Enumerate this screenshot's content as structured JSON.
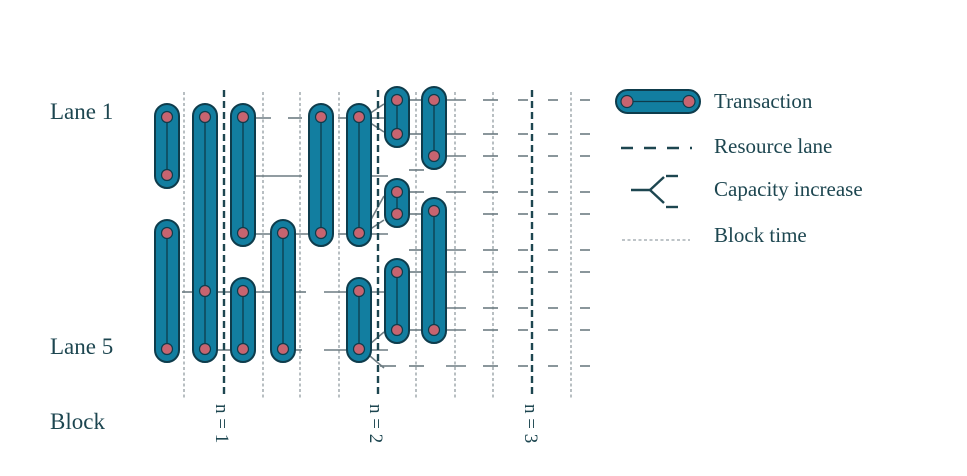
{
  "rows": {
    "first": "Lane 1",
    "last": "Lane 5",
    "block": "Block"
  },
  "blocks": [
    "n = 1",
    "n = 2",
    "n = 3"
  ],
  "legend": {
    "transaction": "Transaction",
    "resource_lane": "Resource lane",
    "capacity_increase": "Capacity increase",
    "block_time": "Block time"
  },
  "colors": {
    "pill_fill": "#127ea0",
    "pill_stroke": "#0e3c4c",
    "dot_fill": "#c76470",
    "text": "#1d4650",
    "lane_line": "#6d7c82"
  }
}
